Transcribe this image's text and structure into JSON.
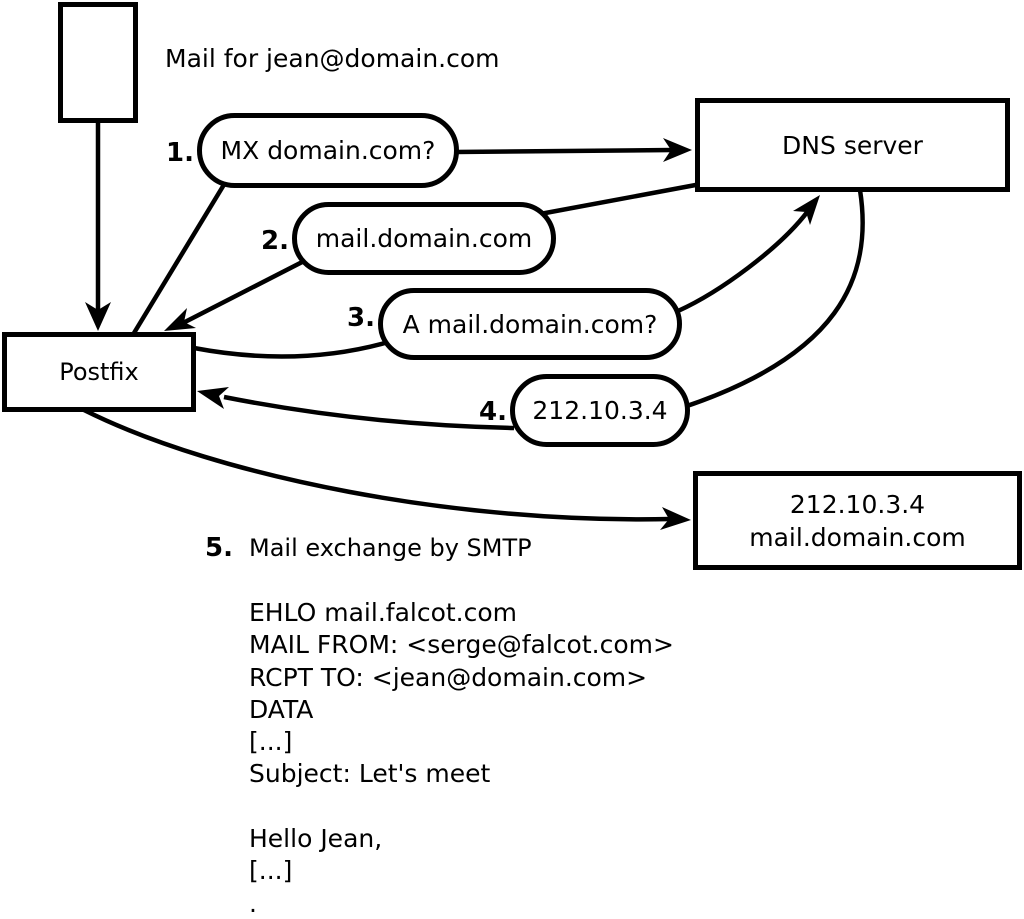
{
  "diagram": {
    "mail_label": "Mail for jean@domain.com",
    "nodes": {
      "postfix": {
        "label": "Postfix"
      },
      "dns": {
        "label": "DNS server"
      },
      "mailserver": {
        "line1": "212.10.3.4",
        "line2": "mail.domain.com"
      }
    },
    "steps": [
      {
        "num": "1.",
        "label": "MX domain.com?"
      },
      {
        "num": "2.",
        "label": "mail.domain.com"
      },
      {
        "num": "3.",
        "label": "A mail.domain.com?"
      },
      {
        "num": "4.",
        "label": "212.10.3.4"
      },
      {
        "num": "5.",
        "label": "Mail exchange by SMTP"
      }
    ],
    "smtp_session": [
      "EHLO mail.falcot.com",
      "MAIL FROM: <serge@falcot.com>",
      "RCPT TO: <jean@domain.com>",
      "DATA",
      "[...]",
      "Subject: Let's meet",
      "",
      "Hello Jean,",
      "[...]",
      "."
    ],
    "colors": {
      "stroke": "#000000",
      "background": "#ffffff"
    }
  }
}
